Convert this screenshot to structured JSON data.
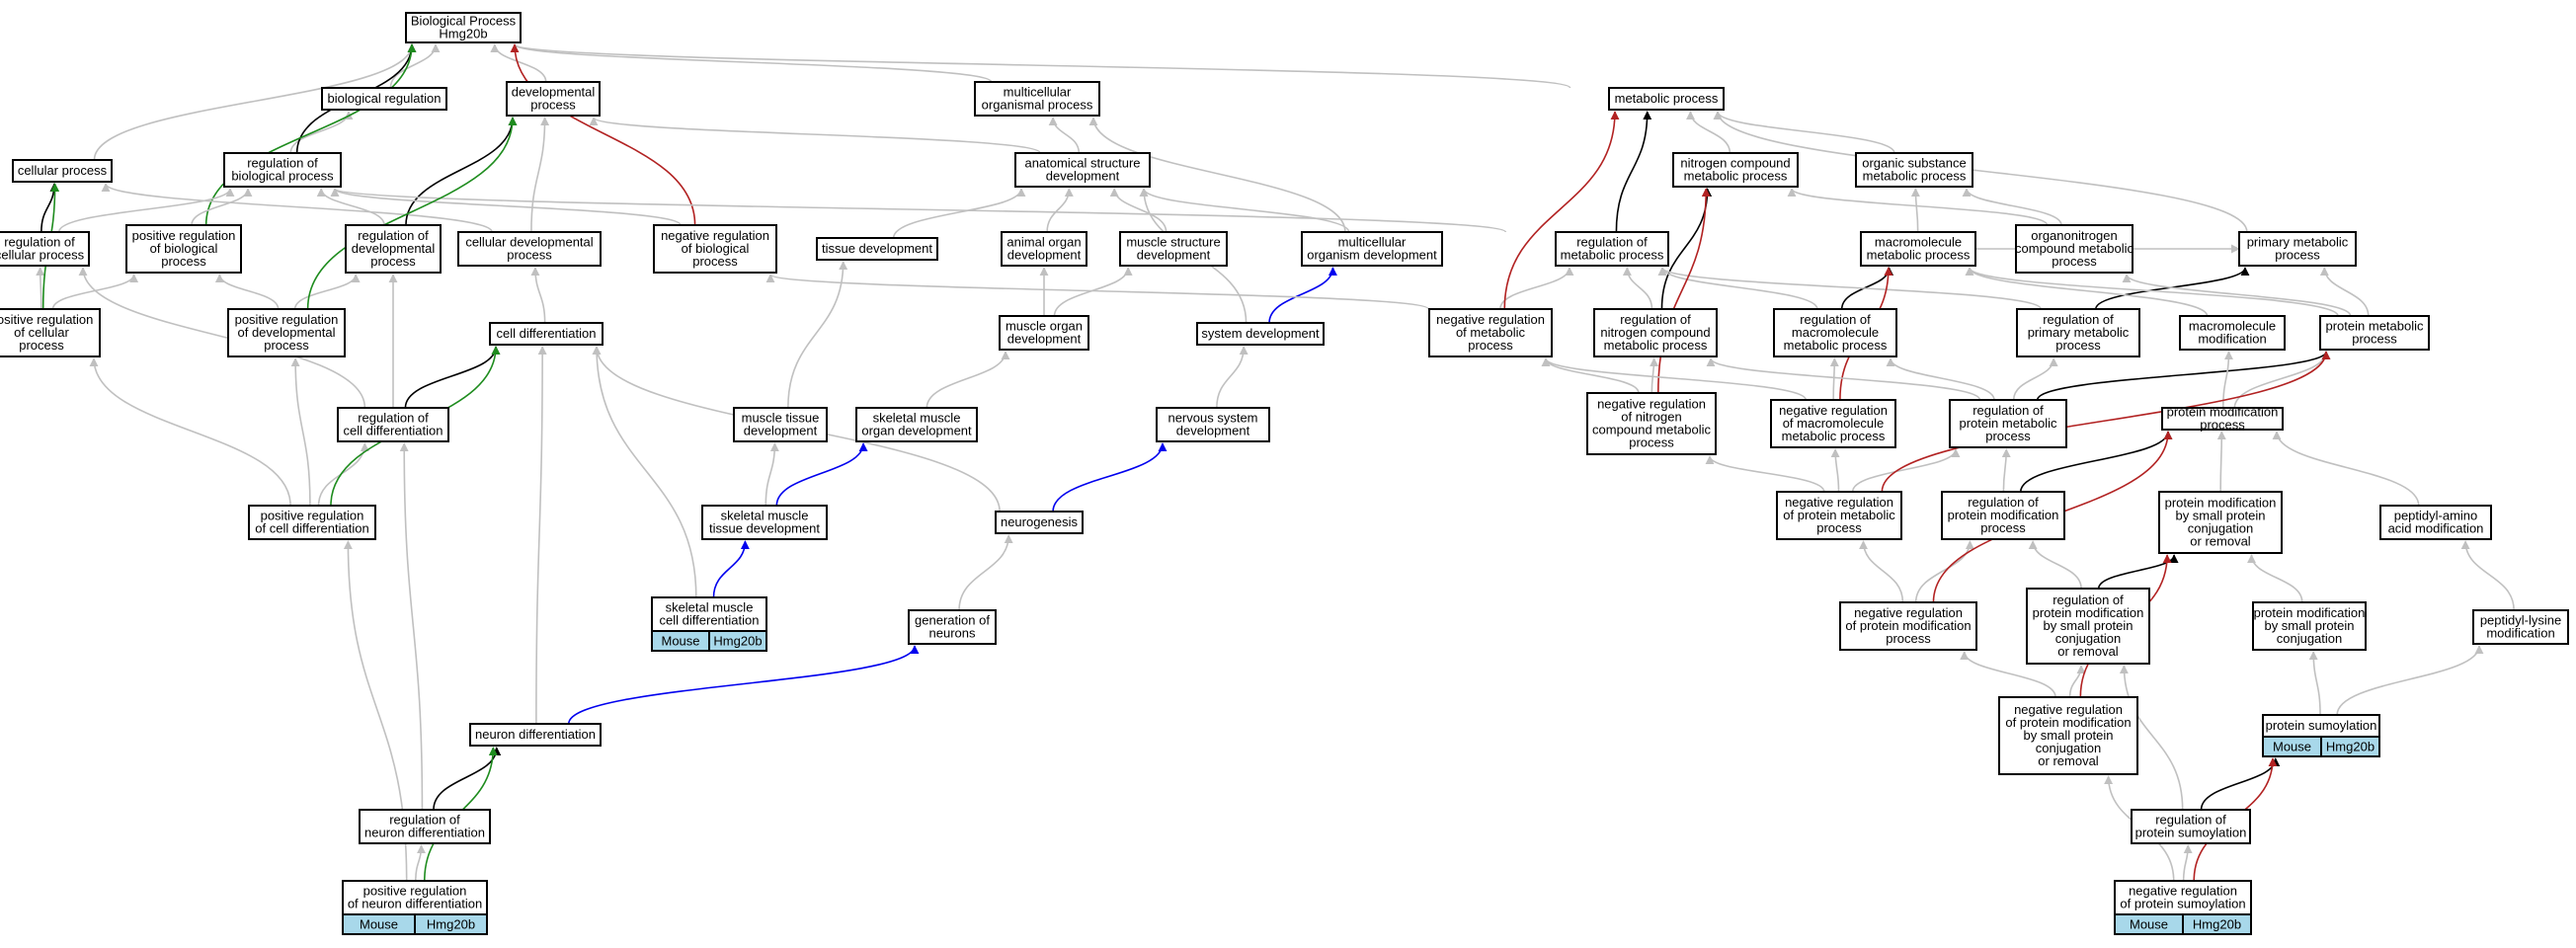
{
  "title": "Biological Process Hmg20b",
  "colors": {
    "is_a": "#c0c0c0",
    "regulates": "#000000",
    "positively_regulates": "#1e8c1e",
    "negatively_regulates": "#b22222",
    "part_of": "#0000ee",
    "annotation_fill": "#a8d8ea"
  },
  "nodes": [
    {
      "id": "bp",
      "lines": [
        "Biological Process",
        "Hmg20b"
      ]
    },
    {
      "id": "bioreg",
      "lines": [
        "biological regulation"
      ]
    },
    {
      "id": "dev",
      "lines": [
        "developmental",
        "process"
      ]
    },
    {
      "id": "multi",
      "lines": [
        "multicellular",
        "organismal process"
      ]
    },
    {
      "id": "meta",
      "lines": [
        "metabolic process"
      ]
    },
    {
      "id": "cellproc",
      "lines": [
        "cellular process"
      ]
    },
    {
      "id": "regbio",
      "lines": [
        "regulation of",
        "biological process"
      ]
    },
    {
      "id": "anat",
      "lines": [
        "anatomical structure",
        "development"
      ]
    },
    {
      "id": "nitro",
      "lines": [
        "nitrogen compound",
        "metabolic process"
      ]
    },
    {
      "id": "orgsub",
      "lines": [
        "organic substance",
        "metabolic process"
      ]
    },
    {
      "id": "regcell",
      "lines": [
        "regulation of",
        "cellular process"
      ]
    },
    {
      "id": "posregbio",
      "lines": [
        "positive regulation",
        "of biological",
        "process"
      ]
    },
    {
      "id": "regdev",
      "lines": [
        "regulation of",
        "developmental",
        "process"
      ]
    },
    {
      "id": "celldev",
      "lines": [
        "cellular developmental",
        "process"
      ]
    },
    {
      "id": "negregbio",
      "lines": [
        "negative regulation",
        "of biological",
        "process"
      ]
    },
    {
      "id": "tissue",
      "lines": [
        "tissue development"
      ]
    },
    {
      "id": "animal",
      "lines": [
        "animal organ",
        "development"
      ]
    },
    {
      "id": "musstruct",
      "lines": [
        "muscle structure",
        "development"
      ]
    },
    {
      "id": "multidev",
      "lines": [
        "multicellular",
        "organism development"
      ]
    },
    {
      "id": "regmeta",
      "lines": [
        "regulation of",
        "metabolic process"
      ]
    },
    {
      "id": "macro",
      "lines": [
        "macromolecule",
        "metabolic process"
      ]
    },
    {
      "id": "organo",
      "lines": [
        "organonitrogen",
        "compound metabolic",
        "process"
      ]
    },
    {
      "id": "primary",
      "lines": [
        "primary metabolic",
        "process"
      ]
    },
    {
      "id": "posregcell",
      "lines": [
        "positive regulation",
        "of cellular",
        "process"
      ]
    },
    {
      "id": "posregdev",
      "lines": [
        "positive regulation",
        "of developmental",
        "process"
      ]
    },
    {
      "id": "celldiff",
      "lines": [
        "cell differentiation"
      ]
    },
    {
      "id": "musorgan",
      "lines": [
        "muscle organ",
        "development"
      ]
    },
    {
      "id": "sysdev",
      "lines": [
        "system development"
      ]
    },
    {
      "id": "negregmeta",
      "lines": [
        "negative regulation",
        "of metabolic",
        "process"
      ]
    },
    {
      "id": "regnitro",
      "lines": [
        "regulation of",
        "nitrogen compound",
        "metabolic process"
      ]
    },
    {
      "id": "regmacro",
      "lines": [
        "regulation of",
        "macromolecule",
        "metabolic process"
      ]
    },
    {
      "id": "regprim",
      "lines": [
        "regulation of",
        "primary metabolic",
        "process"
      ]
    },
    {
      "id": "macromod",
      "lines": [
        "macromolecule",
        "modification"
      ]
    },
    {
      "id": "protmeta",
      "lines": [
        "protein metabolic",
        "process"
      ]
    },
    {
      "id": "regcelldiff",
      "lines": [
        "regulation of",
        "cell differentiation"
      ]
    },
    {
      "id": "mustissue",
      "lines": [
        "muscle tissue",
        "development"
      ]
    },
    {
      "id": "skelorgan",
      "lines": [
        "skeletal muscle",
        "organ development"
      ]
    },
    {
      "id": "nervous",
      "lines": [
        "nervous system",
        "development"
      ]
    },
    {
      "id": "negregnitro",
      "lines": [
        "negative regulation",
        "of nitrogen",
        "compound metabolic",
        "process"
      ]
    },
    {
      "id": "negregmacro",
      "lines": [
        "negative regulation",
        "of macromolecule",
        "metabolic process"
      ]
    },
    {
      "id": "regprotmeta",
      "lines": [
        "regulation of",
        "protein metabolic",
        "process"
      ]
    },
    {
      "id": "protmod",
      "lines": [
        "protein modification",
        "process"
      ]
    },
    {
      "id": "posregcelldiff",
      "lines": [
        "positive regulation",
        "of cell differentiation"
      ]
    },
    {
      "id": "skeltissue",
      "lines": [
        "skeletal muscle",
        "tissue development"
      ]
    },
    {
      "id": "neurogenesis",
      "lines": [
        "neurogenesis"
      ]
    },
    {
      "id": "negregprotmeta",
      "lines": [
        "negative regulation",
        "of protein metabolic",
        "process"
      ]
    },
    {
      "id": "regprotmod",
      "lines": [
        "regulation of",
        "protein modification",
        "process"
      ]
    },
    {
      "id": "protmodsmall",
      "lines": [
        "protein modification",
        "by small protein",
        "conjugation",
        "or removal"
      ]
    },
    {
      "id": "peptidylamino",
      "lines": [
        "peptidyl-amino",
        "acid modification"
      ]
    },
    {
      "id": "skelcelldiff",
      "lines": [
        "skeletal muscle",
        "cell differentiation"
      ],
      "annotation": [
        "Mouse",
        "Hmg20b"
      ]
    },
    {
      "id": "genneurons",
      "lines": [
        "generation of",
        "neurons"
      ]
    },
    {
      "id": "negregprotmod",
      "lines": [
        "negative regulation",
        "of protein modification",
        "process"
      ]
    },
    {
      "id": "regprotmodsmall",
      "lines": [
        "regulation of",
        "protein modification",
        "by small protein",
        "conjugation",
        "or removal"
      ]
    },
    {
      "id": "protmodsmallconj",
      "lines": [
        "protein modification",
        "by small protein",
        "conjugation"
      ]
    },
    {
      "id": "peptidyllys",
      "lines": [
        "peptidyl-lysine",
        "modification"
      ]
    },
    {
      "id": "neurondiff",
      "lines": [
        "neuron differentiation"
      ]
    },
    {
      "id": "negregprotmodsmall",
      "lines": [
        "negative regulation",
        "of protein modification",
        "by small protein",
        "conjugation",
        "or removal"
      ]
    },
    {
      "id": "sumo",
      "lines": [
        "protein sumoylation"
      ],
      "annotation": [
        "Mouse",
        "Hmg20b"
      ]
    },
    {
      "id": "regneurondiff",
      "lines": [
        "regulation of",
        "neuron differentiation"
      ]
    },
    {
      "id": "regsumo",
      "lines": [
        "regulation of",
        "protein sumoylation"
      ]
    },
    {
      "id": "posregneurondiff",
      "lines": [
        "positive regulation",
        "of neuron differentiation"
      ],
      "annotation": [
        "Mouse",
        "Hmg20b"
      ]
    },
    {
      "id": "negregsumo",
      "lines": [
        "negative regulation",
        "of protein sumoylation"
      ],
      "annotation": [
        "Mouse",
        "Hmg20b"
      ]
    }
  ],
  "edges": [
    {
      "from": "bioreg",
      "to": "bp",
      "rel": "is_a"
    },
    {
      "from": "dev",
      "to": "bp",
      "rel": "is_a"
    },
    {
      "from": "multi",
      "to": "bp",
      "rel": "is_a"
    },
    {
      "from": "meta",
      "to": "bp",
      "rel": "is_a"
    },
    {
      "from": "cellproc",
      "to": "bp",
      "rel": "is_a"
    },
    {
      "from": "regbio",
      "to": "bioreg",
      "rel": "is_a"
    },
    {
      "from": "regbio",
      "to": "bp",
      "rel": "regulates"
    },
    {
      "from": "posregbio",
      "to": "bp",
      "rel": "positively_regulates"
    },
    {
      "from": "negregbio",
      "to": "bp",
      "rel": "negatively_regulates"
    },
    {
      "from": "anat",
      "to": "dev",
      "rel": "is_a"
    },
    {
      "from": "anat",
      "to": "multi",
      "rel": "is_a"
    },
    {
      "from": "celldev",
      "to": "dev",
      "rel": "is_a"
    },
    {
      "from": "celldev",
      "to": "cellproc",
      "rel": "is_a"
    },
    {
      "from": "regcell",
      "to": "cellproc",
      "rel": "regulates"
    },
    {
      "from": "regcell",
      "to": "regbio",
      "rel": "is_a"
    },
    {
      "from": "posregbio",
      "to": "regbio",
      "rel": "is_a"
    },
    {
      "from": "regdev",
      "to": "regbio",
      "rel": "is_a"
    },
    {
      "from": "regdev",
      "to": "dev",
      "rel": "regulates"
    },
    {
      "from": "negregbio",
      "to": "regbio",
      "rel": "is_a"
    },
    {
      "from": "tissue",
      "to": "anat",
      "rel": "is_a"
    },
    {
      "from": "animal",
      "to": "anat",
      "rel": "is_a"
    },
    {
      "from": "musstruct",
      "to": "anat",
      "rel": "is_a"
    },
    {
      "from": "multidev",
      "to": "anat",
      "rel": "is_a"
    },
    {
      "from": "multidev",
      "to": "multi",
      "rel": "is_a"
    },
    {
      "from": "nitro",
      "to": "meta",
      "rel": "is_a"
    },
    {
      "from": "orgsub",
      "to": "meta",
      "rel": "is_a"
    },
    {
      "from": "primary",
      "to": "meta",
      "rel": "is_a"
    },
    {
      "from": "regmeta",
      "to": "meta",
      "rel": "regulates"
    },
    {
      "from": "regmeta",
      "to": "regbio",
      "rel": "is_a"
    },
    {
      "from": "macro",
      "to": "orgsub",
      "rel": "is_a"
    },
    {
      "from": "macro",
      "to": "primary",
      "rel": "is_a"
    },
    {
      "from": "organo",
      "to": "orgsub",
      "rel": "is_a"
    },
    {
      "from": "organo",
      "to": "nitro",
      "rel": "is_a"
    },
    {
      "from": "posregcell",
      "to": "regcell",
      "rel": "is_a"
    },
    {
      "from": "posregcell",
      "to": "cellproc",
      "rel": "positively_regulates"
    },
    {
      "from": "posregcell",
      "to": "posregbio",
      "rel": "is_a"
    },
    {
      "from": "posregdev",
      "to": "regdev",
      "rel": "is_a"
    },
    {
      "from": "posregdev",
      "to": "posregbio",
      "rel": "is_a"
    },
    {
      "from": "posregdev",
      "to": "dev",
      "rel": "positively_regulates"
    },
    {
      "from": "celldiff",
      "to": "celldev",
      "rel": "is_a"
    },
    {
      "from": "musorgan",
      "to": "animal",
      "rel": "is_a"
    },
    {
      "from": "musorgan",
      "to": "musstruct",
      "rel": "is_a"
    },
    {
      "from": "sysdev",
      "to": "anat",
      "rel": "is_a"
    },
    {
      "from": "sysdev",
      "to": "multidev",
      "rel": "part_of"
    },
    {
      "from": "negregmeta",
      "to": "regmeta",
      "rel": "is_a"
    },
    {
      "from": "negregmeta",
      "to": "negregbio",
      "rel": "is_a"
    },
    {
      "from": "negregmeta",
      "to": "meta",
      "rel": "negatively_regulates"
    },
    {
      "from": "regnitro",
      "to": "regmeta",
      "rel": "is_a"
    },
    {
      "from": "regnitro",
      "to": "nitro",
      "rel": "regulates"
    },
    {
      "from": "regmacro",
      "to": "regmeta",
      "rel": "is_a"
    },
    {
      "from": "regmacro",
      "to": "macro",
      "rel": "regulates"
    },
    {
      "from": "regprim",
      "to": "regmeta",
      "rel": "is_a"
    },
    {
      "from": "regprim",
      "to": "primary",
      "rel": "regulates"
    },
    {
      "from": "protmeta",
      "to": "macro",
      "rel": "is_a"
    },
    {
      "from": "protmeta",
      "to": "organo",
      "rel": "is_a"
    },
    {
      "from": "protmeta",
      "to": "primary",
      "rel": "is_a"
    },
    {
      "from": "macromod",
      "to": "macro",
      "rel": "is_a"
    },
    {
      "from": "regcelldiff",
      "to": "regcell",
      "rel": "is_a"
    },
    {
      "from": "regcelldiff",
      "to": "regdev",
      "rel": "is_a"
    },
    {
      "from": "regcelldiff",
      "to": "celldiff",
      "rel": "regulates"
    },
    {
      "from": "mustissue",
      "to": "tissue",
      "rel": "is_a"
    },
    {
      "from": "skelorgan",
      "to": "musorgan",
      "rel": "is_a"
    },
    {
      "from": "nervous",
      "to": "sysdev",
      "rel": "is_a"
    },
    {
      "from": "negregnitro",
      "to": "regnitro",
      "rel": "is_a"
    },
    {
      "from": "negregnitro",
      "to": "negregmeta",
      "rel": "is_a"
    },
    {
      "from": "negregnitro",
      "to": "nitro",
      "rel": "negatively_regulates"
    },
    {
      "from": "negregmacro",
      "to": "regmacro",
      "rel": "is_a"
    },
    {
      "from": "negregmacro",
      "to": "negregmeta",
      "rel": "is_a"
    },
    {
      "from": "negregmacro",
      "to": "macro",
      "rel": "negatively_regulates"
    },
    {
      "from": "regprotmeta",
      "to": "regmacro",
      "rel": "is_a"
    },
    {
      "from": "regprotmeta",
      "to": "regprim",
      "rel": "is_a"
    },
    {
      "from": "regprotmeta",
      "to": "regnitro",
      "rel": "is_a"
    },
    {
      "from": "regprotmeta",
      "to": "protmeta",
      "rel": "regulates"
    },
    {
      "from": "protmod",
      "to": "protmeta",
      "rel": "is_a"
    },
    {
      "from": "protmod",
      "to": "macromod",
      "rel": "is_a"
    },
    {
      "from": "posregcelldiff",
      "to": "regcelldiff",
      "rel": "is_a"
    },
    {
      "from": "posregcelldiff",
      "to": "posregcell",
      "rel": "is_a"
    },
    {
      "from": "posregcelldiff",
      "to": "posregdev",
      "rel": "is_a"
    },
    {
      "from": "posregcelldiff",
      "to": "celldiff",
      "rel": "positively_regulates"
    },
    {
      "from": "skeltissue",
      "to": "mustissue",
      "rel": "is_a"
    },
    {
      "from": "skeltissue",
      "to": "skelorgan",
      "rel": "part_of"
    },
    {
      "from": "neurogenesis",
      "to": "nervous",
      "rel": "part_of"
    },
    {
      "from": "neurogenesis",
      "to": "celldiff",
      "rel": "is_a"
    },
    {
      "from": "negregprotmeta",
      "to": "regprotmeta",
      "rel": "is_a"
    },
    {
      "from": "negregprotmeta",
      "to": "negregmacro",
      "rel": "is_a"
    },
    {
      "from": "negregprotmeta",
      "to": "negregnitro",
      "rel": "is_a"
    },
    {
      "from": "negregprotmeta",
      "to": "protmeta",
      "rel": "negatively_regulates"
    },
    {
      "from": "regprotmod",
      "to": "regprotmeta",
      "rel": "is_a"
    },
    {
      "from": "regprotmod",
      "to": "protmod",
      "rel": "regulates"
    },
    {
      "from": "protmodsmall",
      "to": "protmod",
      "rel": "is_a"
    },
    {
      "from": "peptidylamino",
      "to": "protmod",
      "rel": "is_a"
    },
    {
      "from": "skelcelldiff",
      "to": "skeltissue",
      "rel": "part_of"
    },
    {
      "from": "skelcelldiff",
      "to": "celldiff",
      "rel": "is_a"
    },
    {
      "from": "genneurons",
      "to": "neurogenesis",
      "rel": "is_a"
    },
    {
      "from": "negregprotmod",
      "to": "regprotmod",
      "rel": "is_a"
    },
    {
      "from": "negregprotmod",
      "to": "negregprotmeta",
      "rel": "is_a"
    },
    {
      "from": "negregprotmod",
      "to": "protmod",
      "rel": "negatively_regulates"
    },
    {
      "from": "regprotmodsmall",
      "to": "regprotmod",
      "rel": "is_a"
    },
    {
      "from": "regprotmodsmall",
      "to": "protmodsmall",
      "rel": "regulates"
    },
    {
      "from": "protmodsmallconj",
      "to": "protmodsmall",
      "rel": "is_a"
    },
    {
      "from": "peptidyllys",
      "to": "peptidylamino",
      "rel": "is_a"
    },
    {
      "from": "neurondiff",
      "to": "genneurons",
      "rel": "part_of"
    },
    {
      "from": "neurondiff",
      "to": "celldiff",
      "rel": "is_a"
    },
    {
      "from": "negregprotmodsmall",
      "to": "regprotmodsmall",
      "rel": "is_a"
    },
    {
      "from": "negregprotmodsmall",
      "to": "negregprotmod",
      "rel": "is_a"
    },
    {
      "from": "negregprotmodsmall",
      "to": "protmodsmall",
      "rel": "negatively_regulates"
    },
    {
      "from": "sumo",
      "to": "protmodsmallconj",
      "rel": "is_a"
    },
    {
      "from": "sumo",
      "to": "peptidyllys",
      "rel": "is_a"
    },
    {
      "from": "regneurondiff",
      "to": "regcelldiff",
      "rel": "is_a"
    },
    {
      "from": "regneurondiff",
      "to": "neurondiff",
      "rel": "regulates"
    },
    {
      "from": "regsumo",
      "to": "regprotmodsmall",
      "rel": "is_a"
    },
    {
      "from": "regsumo",
      "to": "sumo",
      "rel": "regulates"
    },
    {
      "from": "posregneurondiff",
      "to": "regneurondiff",
      "rel": "is_a"
    },
    {
      "from": "posregneurondiff",
      "to": "posregcelldiff",
      "rel": "is_a"
    },
    {
      "from": "posregneurondiff",
      "to": "neurondiff",
      "rel": "positively_regulates"
    },
    {
      "from": "negregsumo",
      "to": "regsumo",
      "rel": "is_a"
    },
    {
      "from": "negregsumo",
      "to": "negregprotmodsmall",
      "rel": "is_a"
    },
    {
      "from": "negregsumo",
      "to": "sumo",
      "rel": "negatively_regulates"
    }
  ]
}
